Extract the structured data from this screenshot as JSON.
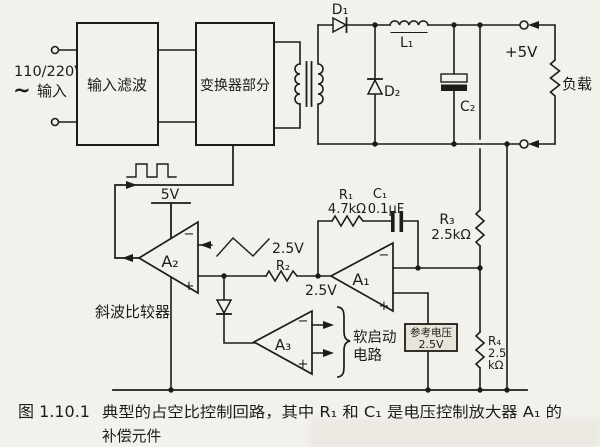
{
  "labels": {
    "input_voltage": "110/220V",
    "input_ac": "∼",
    "input_text": "输入",
    "filter_block": "输入滤波",
    "converter_block": "变换器部分",
    "d1": "D₁",
    "d2": "D₂",
    "l1": "L₁",
    "c2": "C₂",
    "vout": "+5V",
    "load": "负载",
    "r1": "R₁",
    "r1_val": "4.7kΩ",
    "c1": "C₁",
    "c1_val": "0.1μF",
    "r2": "R₂",
    "r3": "R₃",
    "r3_val": "2.5kΩ",
    "r4": "R₄",
    "r4_val1": "2.5",
    "r4_val2": "kΩ",
    "a1": "A₁",
    "a2": "A₂",
    "a3": "A₃",
    "a2_supply": "5V",
    "ramp_level": "2.5V",
    "node_level": "2.5V",
    "minus": "−",
    "plus": "+",
    "ramp_comparator": "斜波比较器",
    "soft_start1": "软启动",
    "soft_start2": "电路",
    "ref1": "参考电压",
    "ref2": "2.5V",
    "caption_no": "图 1.10.1",
    "caption1": "典型的占空比控制回路，其中 R₁ 和 C₁ 是电压控制放大器 A₁ 的",
    "caption2": "补偿元件"
  },
  "colors": {
    "ink": "#1d1c1a",
    "paper": "#f2f1ec"
  }
}
